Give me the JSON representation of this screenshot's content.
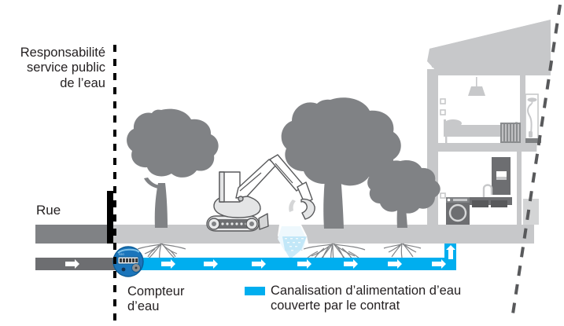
{
  "diagram": {
    "title_text": "Responsabilité service public de l'eau",
    "labels": {
      "responsibility": "Responsabilité\nservice public\nde l’eau",
      "street": "Rue",
      "water_meter": "Compteur\nd’eau",
      "legend": "Canalisation d’alimentation d’eau\ncouverte par le contrat"
    },
    "colors": {
      "pipe_covered": "#00AEEF",
      "pipe_public": "#6d6e71",
      "street": "#808285",
      "ground": "#c7c8ca",
      "tree": "#808285",
      "house": "#c7c8ca",
      "boundary_line": "#000000",
      "text": "#231f20",
      "arrow": "#ffffff",
      "meter_body": "#1b75bb",
      "leak_water": "#bfe4f7"
    },
    "elements": {
      "boundary_divider": "vertical-dashed-line",
      "property_edge": "diagonal-dashed-line",
      "excavator": "mini-excavator-digging",
      "trench": "open-trench-with-water-leak",
      "trees": [
        "tree-left",
        "tree-center",
        "tree-right"
      ],
      "house_rooms": [
        "bedroom-upper-floor",
        "kitchen-ground-floor",
        "bathroom-shower"
      ],
      "house_items": [
        "ceiling-lamp",
        "bed",
        "radiator",
        "shower",
        "washing-machine",
        "kitchen-sink",
        "faucet",
        "refrigerator"
      ],
      "flow_arrows_count": 8
    }
  }
}
